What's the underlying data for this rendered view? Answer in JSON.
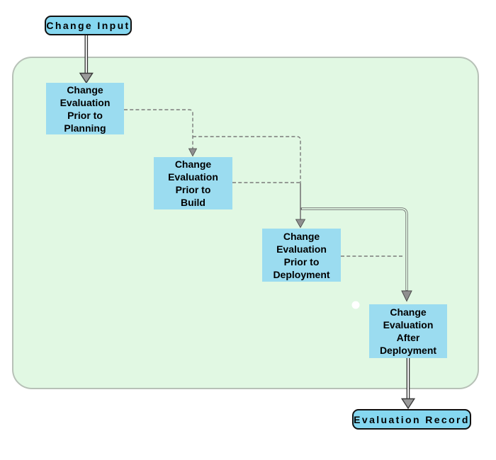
{
  "diagram": {
    "kind": "flowchart",
    "nodes": {
      "change_input": {
        "type": "terminator",
        "label": "Change Input"
      },
      "prior_planning": {
        "type": "process",
        "label": "Change\nEvaluation\nPrior to\nPlanning"
      },
      "prior_build": {
        "type": "process",
        "label": "Change\nEvaluation\nPrior to\nBuild"
      },
      "prior_deployment": {
        "type": "process",
        "label": "Change\nEvaluation\nPrior to\nDeployment"
      },
      "after_deployment": {
        "type": "process",
        "label": "Change\nEvaluation\nAfter\nDeployment"
      },
      "evaluation_record": {
        "type": "terminator",
        "label": "Evaluation Record"
      }
    },
    "edges": [
      {
        "from": "change_input",
        "to": "prior_planning",
        "style": "solid-thick-arrow"
      },
      {
        "from": "prior_planning",
        "to": "prior_build",
        "style": "dashed-arrow"
      },
      {
        "from": "prior_planning",
        "to": "prior_deployment",
        "style": "dashed-then-solid-arrow"
      },
      {
        "from": "prior_build",
        "to": "prior_deployment",
        "style": "dashed-join"
      },
      {
        "from": "prior_build",
        "to": "after_deployment",
        "style": "solid-double-line-arrow"
      },
      {
        "from": "prior_deployment",
        "to": "after_deployment",
        "style": "dashed-join"
      },
      {
        "from": "after_deployment",
        "to": "evaluation_record",
        "style": "solid-thick-arrow"
      }
    ],
    "colors": {
      "background": "#ffffff",
      "panel_fill": "#e1f8e3",
      "panel_border": "#b7c1b7",
      "terminator_fill": "#85d7f0",
      "process_fill": "#9bdcf0",
      "text": "#000000",
      "dashed_connector": "#7a7a7a",
      "solid_connector": "#6f6f6f",
      "arrow_shaft_dark": "#2f2f2f",
      "arrowhead_fill": "#9a9a9a",
      "arrowhead_stroke": "#3a3a3a"
    }
  }
}
